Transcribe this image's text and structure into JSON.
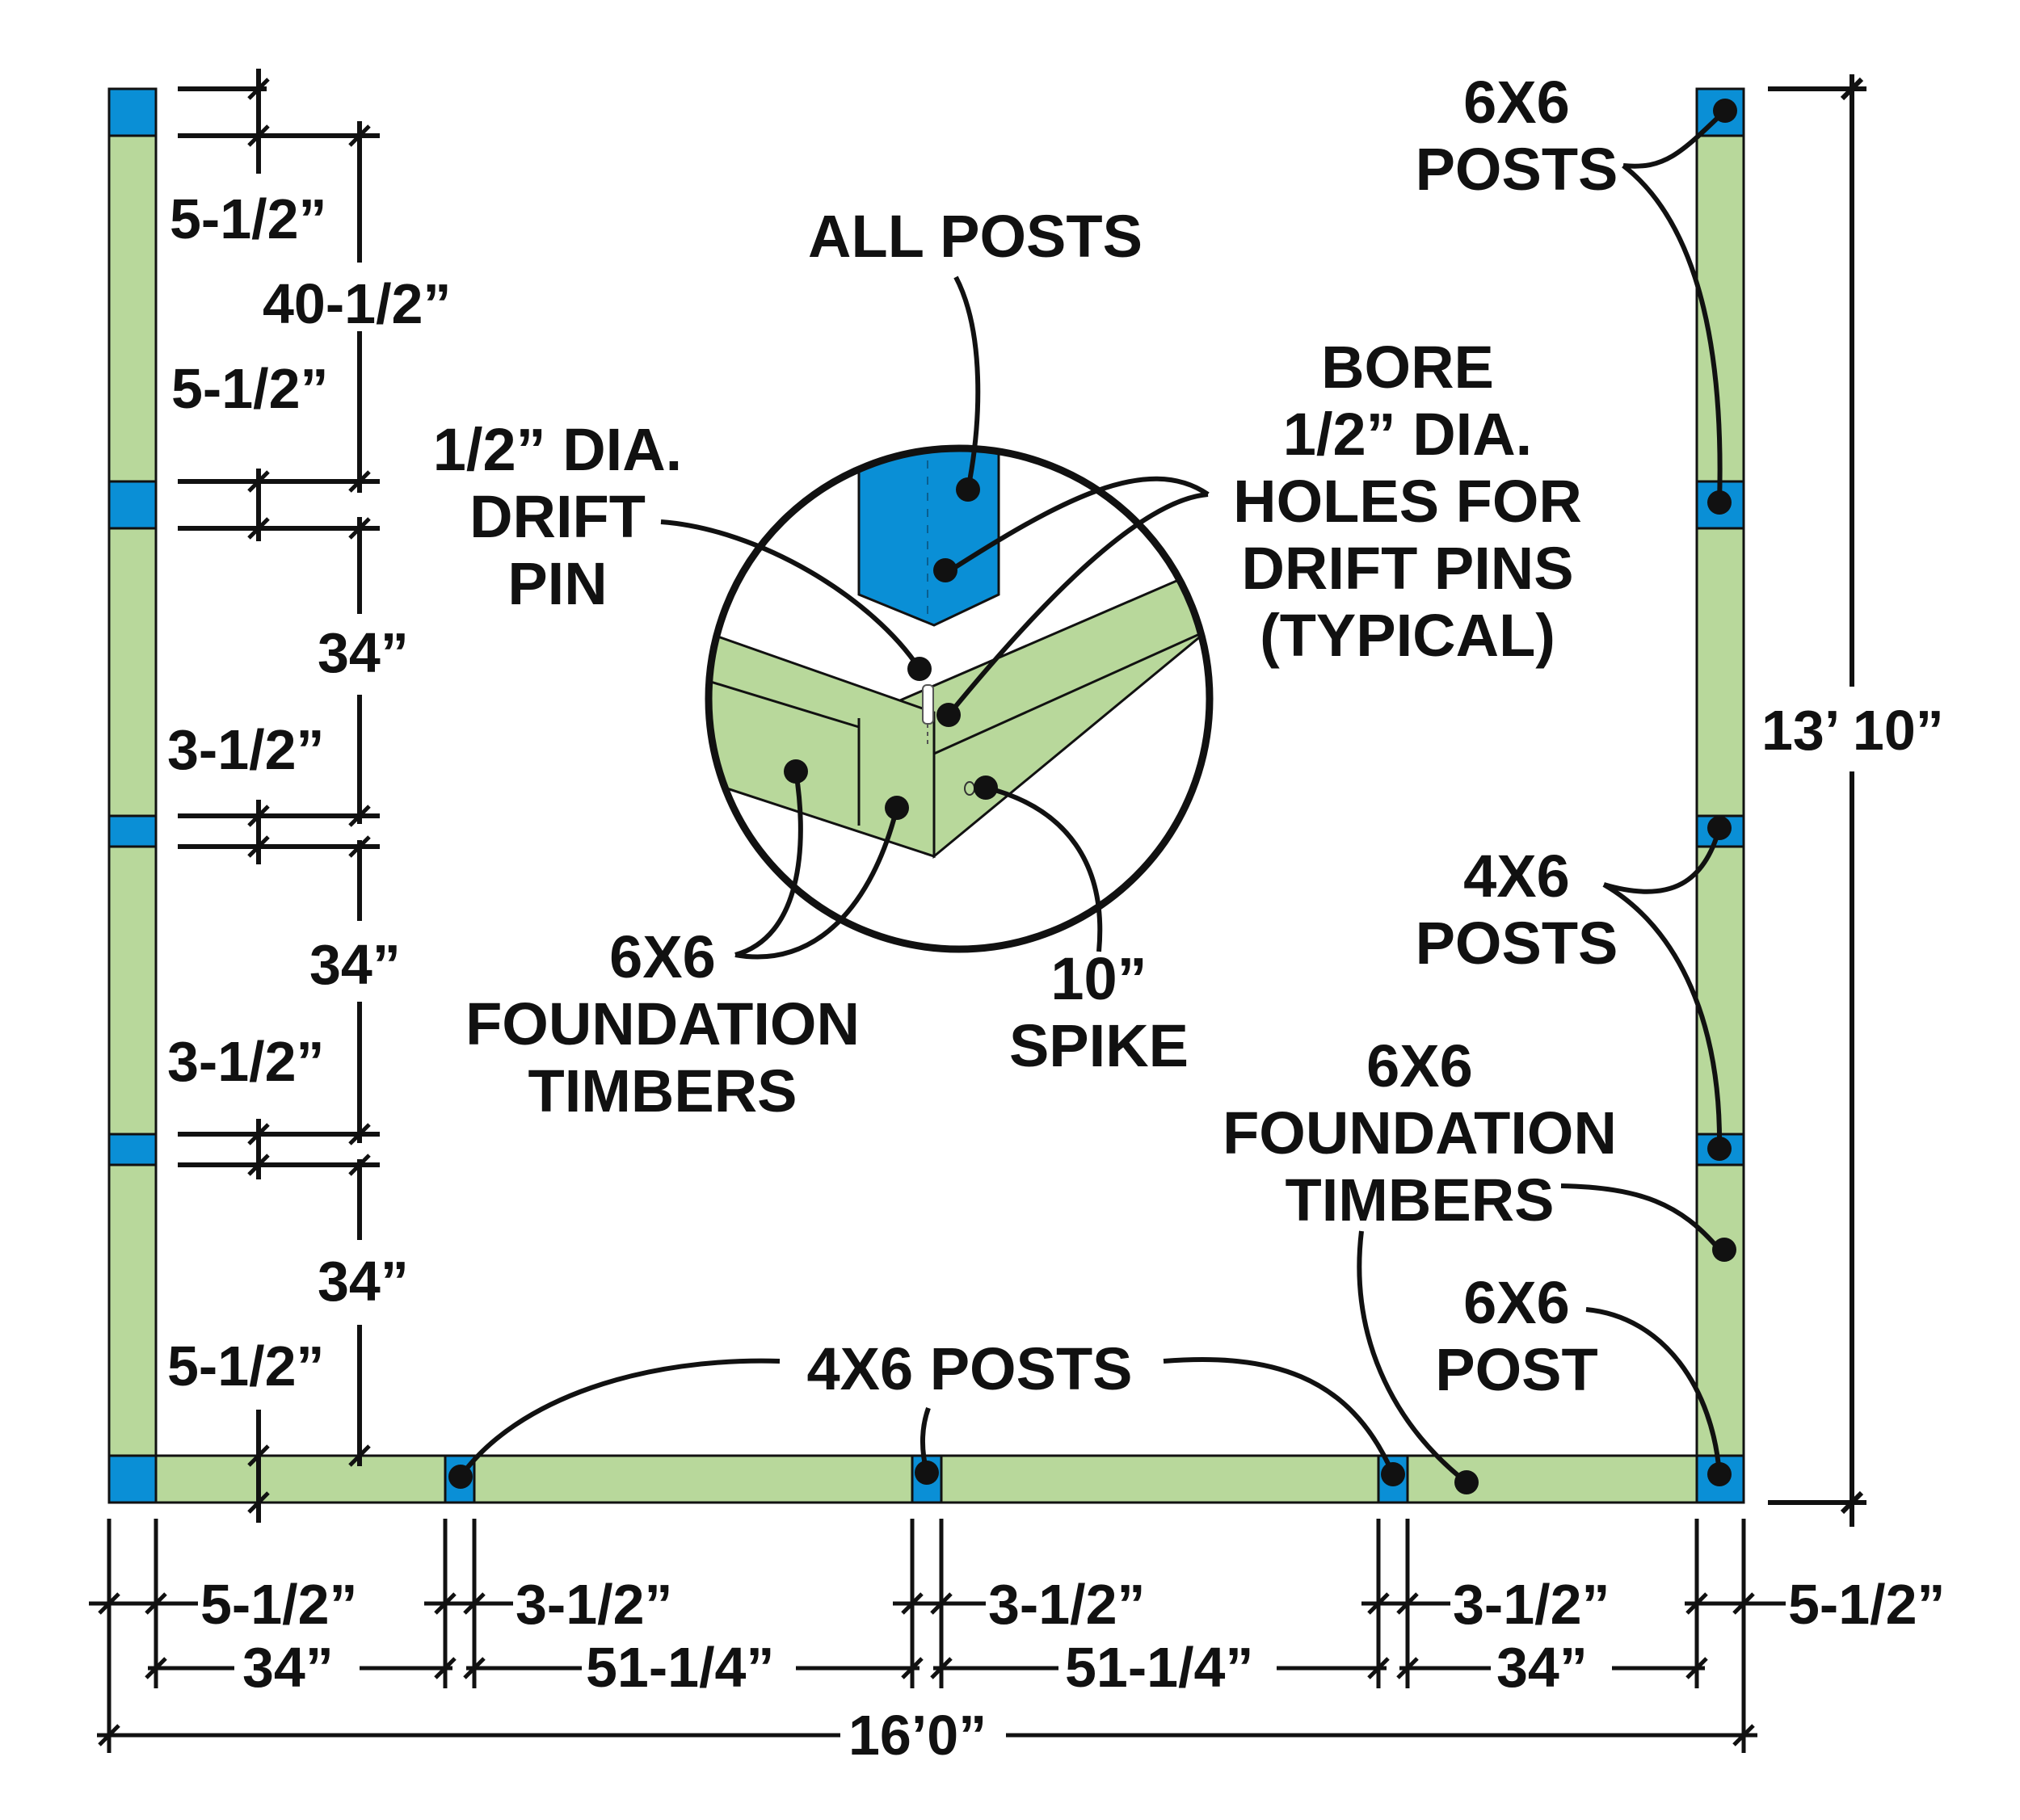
{
  "colors": {
    "timber": "#b8d89b",
    "post": "#0a8fd6",
    "line": "#111111",
    "background": "#ffffff"
  },
  "labels": {
    "all_posts": "ALL POSTS",
    "drift_pin": [
      "1/2” DIA.",
      "DRIFT",
      "PIN"
    ],
    "bore_holes": [
      "BORE",
      "1/2” DIA.",
      "HOLES FOR",
      "DRIFT PINS",
      "(TYPICAL)"
    ],
    "detail_timbers": [
      "6X6",
      "FOUNDATION",
      "TIMBERS"
    ],
    "spike": [
      "10”",
      "SPIKE"
    ],
    "right_6x6_posts": [
      "6X6",
      "POSTS"
    ],
    "right_4x6_posts": [
      "4X6",
      "POSTS"
    ],
    "right_timbers": [
      "6X6",
      "FOUNDATION",
      "TIMBERS"
    ],
    "right_6x6_post": [
      "6X6",
      "POST"
    ],
    "bottom_4x6_posts": "4X6 POSTS"
  },
  "dimensions": {
    "left_vertical": [
      "5-1/2”",
      "40-1/2”",
      "5-1/2”",
      "34”",
      "3-1/2”",
      "34”",
      "3-1/2”",
      "34”",
      "5-1/2”"
    ],
    "right_height": "13’ 10”",
    "bottom_post_widths": [
      "5-1/2”",
      "3-1/2”",
      "3-1/2”",
      "3-1/2”",
      "5-1/2”"
    ],
    "bottom_spans": [
      "34”",
      "51-1/4”",
      "51-1/4”",
      "34”"
    ],
    "overall_width": "16’0”"
  }
}
